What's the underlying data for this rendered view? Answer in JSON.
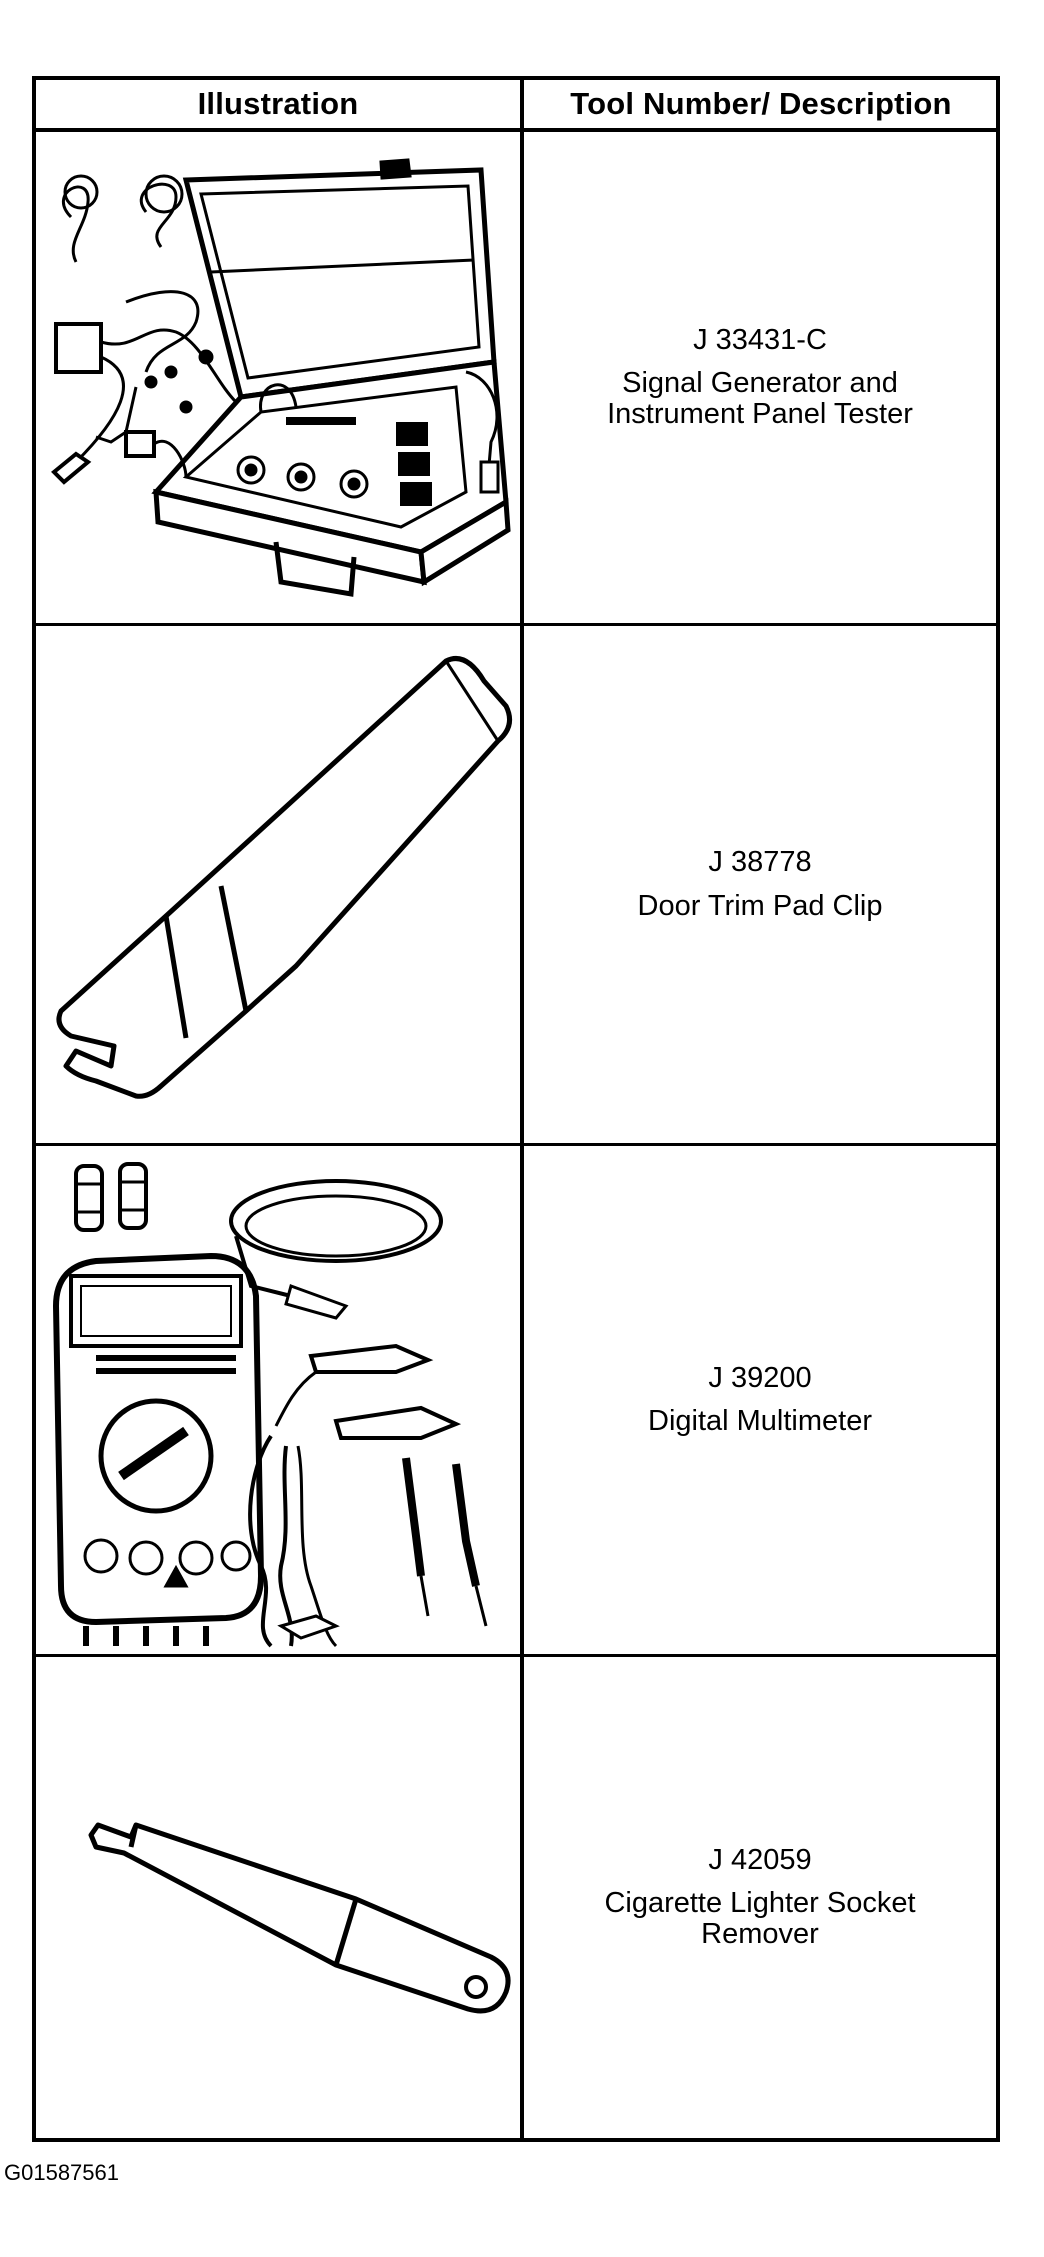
{
  "table": {
    "headers": {
      "illustration": "Illustration",
      "tool": "Tool Number/ Description"
    },
    "rows": [
      {
        "tool_number": "J 33431-C",
        "description": "Signal Generator and\nInstrument Panel Tester",
        "illustration_icon": "signal-generator-case-icon"
      },
      {
        "tool_number": "J 38778",
        "description": "Door Trim Pad Clip",
        "illustration_icon": "door-trim-pad-clip-tool-icon"
      },
      {
        "tool_number": "J 39200",
        "description": "Digital Multimeter",
        "illustration_icon": "digital-multimeter-icon"
      },
      {
        "tool_number": "J 42059",
        "description": "Cigarette Lighter Socket\nRemover",
        "illustration_icon": "lighter-socket-remover-icon"
      }
    ]
  },
  "figure_id": "G01587561"
}
